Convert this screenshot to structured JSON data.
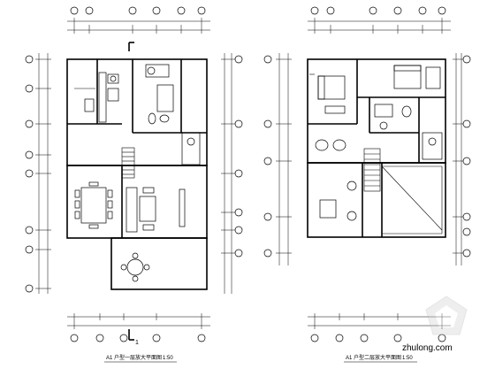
{
  "drawing": {
    "left_plan": {
      "title": "A1 户型一层放大平面图",
      "scale": "1:50",
      "section_mark": "1"
    },
    "right_plan": {
      "title": "A1 户型二层放大平面图",
      "scale": "1:50"
    }
  },
  "watermark": {
    "text": "zhulong.com"
  }
}
